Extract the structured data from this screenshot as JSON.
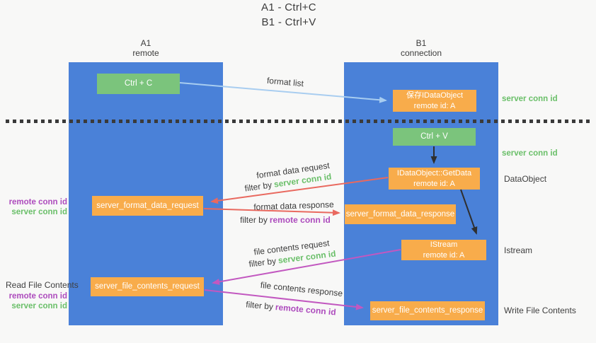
{
  "title": {
    "line1": "A1 - Ctrl+C",
    "line2": "B1 - Ctrl+V"
  },
  "lanes": {
    "left": {
      "title": "A1",
      "subtitle": "remote"
    },
    "right": {
      "title": "B1",
      "subtitle": "connection"
    }
  },
  "nodes": {
    "ctrl_c": {
      "label": "Ctrl + C"
    },
    "ctrl_v": {
      "label": "Ctrl + V"
    },
    "save_idataobject": {
      "line1": "保存IDataObject",
      "line2": "remote id: A"
    },
    "idataobject_getdata": {
      "line1": "IDataObject::GetData",
      "line2": "remote id: A"
    },
    "istream": {
      "line1": "IStream",
      "line2": "remote id: A"
    },
    "server_format_data_request": {
      "label": "server_format_data_request"
    },
    "server_format_data_response": {
      "label": "server_format_data_response"
    },
    "server_file_contents_request": {
      "label": "server_file_contents_request"
    },
    "server_file_contents_response": {
      "label": "server_file_contents_response"
    }
  },
  "arrow_labels": {
    "format_list": "format list",
    "format_data_request": "format data request",
    "format_data_response": "format data response",
    "file_contents_request": "file contents request",
    "file_contents_response": "file contents response",
    "filter_by": "filter by",
    "server_conn_id": "server conn id",
    "remote_conn_id": "remote conn id"
  },
  "annotations": {
    "server_conn_id_top": "server conn id",
    "server_conn_id_mid": "server conn id",
    "dataobject": "DataObject",
    "istream": "Istream",
    "write_file_contents": "Write File Contents",
    "read_file_contents": "Read File Contents",
    "format_remote_conn_id": "remote conn id",
    "format_server_conn_id": "server conn id",
    "file_remote_conn_id": "remote conn id",
    "file_server_conn_id": "server conn id"
  },
  "colors": {
    "lane_blue": "#4a81d8",
    "node_orange": "#f8ac4b",
    "node_green": "#7bc47c",
    "arrow_red": "#e9695f",
    "arrow_magenta": "#c258c0",
    "arrow_light_blue": "#a8cdf0",
    "arrow_black": "#2f2f2f",
    "text_green": "#6abf69",
    "text_purple": "#ad4bbd",
    "background": "#f8f8f7"
  }
}
